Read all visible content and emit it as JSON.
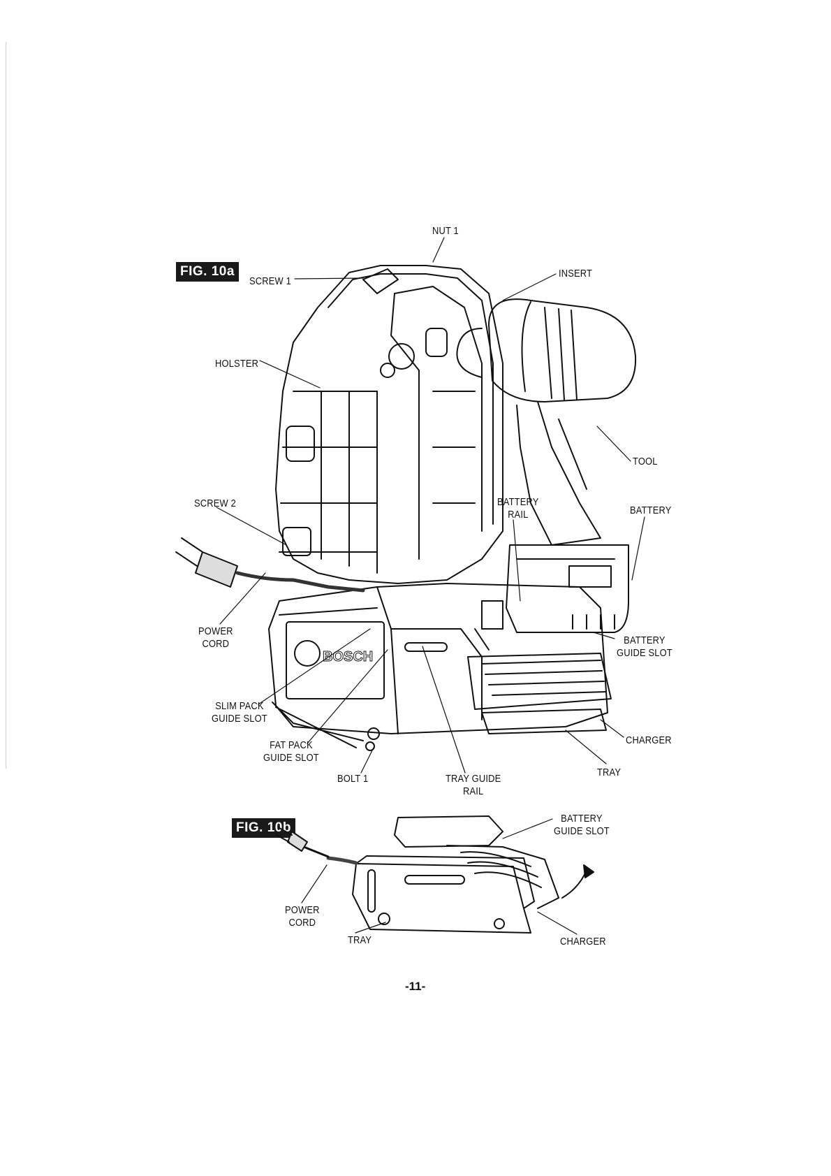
{
  "fig10a": {
    "badge": "FIG. 10a",
    "labels": {
      "nut1": "NUT 1",
      "screw1": "SCREW 1",
      "insert": "INSERT",
      "holster": "HOLSTER",
      "tool": "TOOL",
      "screw2": "SCREW 2",
      "battery_rail_1": "BATTERY",
      "battery_rail_2": "RAIL",
      "battery": "BATTERY",
      "power_cord_1": "POWER",
      "power_cord_2": "CORD",
      "battery_guide_slot_1": "BATTERY",
      "battery_guide_slot_2": "GUIDE SLOT",
      "slim_pack_1": "SLIM PACK",
      "slim_pack_2": "GUIDE SLOT",
      "charger": "CHARGER",
      "fat_pack_1": "FAT PACK",
      "fat_pack_2": "GUIDE SLOT",
      "tray": "TRAY",
      "bolt1": "BOLT 1",
      "tray_guide_rail_1": "TRAY GUIDE",
      "tray_guide_rail_2": "RAIL"
    },
    "brand_mark": "BOSCH"
  },
  "fig10b": {
    "badge": "FIG. 10b",
    "labels": {
      "battery_guide_slot_1": "BATTERY",
      "battery_guide_slot_2": "GUIDE SLOT",
      "power_cord_1": "POWER",
      "power_cord_2": "CORD",
      "tray": "TRAY",
      "charger": "CHARGER"
    }
  },
  "page_number": "-11-"
}
